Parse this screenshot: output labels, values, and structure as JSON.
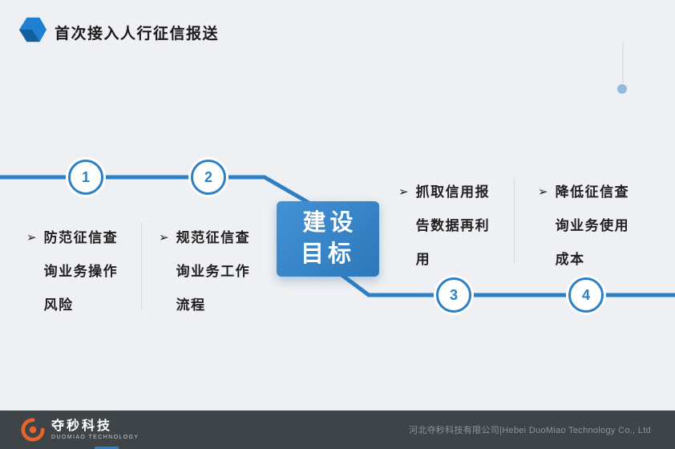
{
  "header": {
    "title": "首次接入人行征信报送"
  },
  "diagram": {
    "center": {
      "text": "建设\n目标"
    },
    "steps": [
      {
        "number": "1",
        "bullet": "➢",
        "text": "防范征信查\n询业务操作\n风险"
      },
      {
        "number": "2",
        "bullet": "➢",
        "text": "规范征信查\n询业务工作\n流程"
      },
      {
        "number": "3",
        "bullet": "➢",
        "text": "抓取信用报\n告数据再利\n用"
      },
      {
        "number": "4",
        "bullet": "➢",
        "text": "降低征信查\n询业务使用\n成本"
      }
    ]
  },
  "footer": {
    "logo_text": "夺秒科技",
    "logo_subtext": "DUOMIAO TECHNOLOGY",
    "company_text": "河北夺秒科技有限公司|Hebei DuoMiao Technology Co., Ltd"
  },
  "colors": {
    "accent": "#2e80c5",
    "footer_bg": "#3e4448",
    "logo_orange": "#e8622c"
  }
}
